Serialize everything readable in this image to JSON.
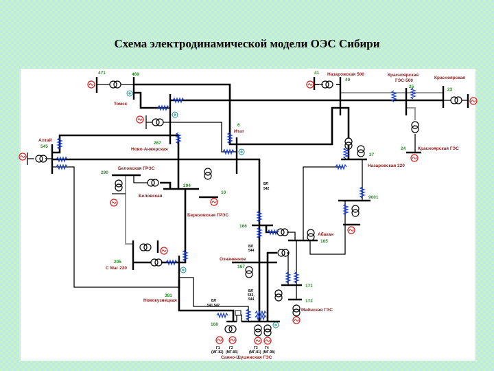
{
  "title": "Схема электродинамической модели ОЭС Сибири",
  "nodes": {
    "n471": "471",
    "n469": "469",
    "n41": "41",
    "n40": "40",
    "n25": "25",
    "n23": "23",
    "n6": "6",
    "n267": "267",
    "n545": "545",
    "n290": "290",
    "n294": "294",
    "n10": "10",
    "n37": "37",
    "n24": "24",
    "n9001": "9001",
    "n166": "166",
    "n165": "165",
    "n295": "295",
    "n167": "167",
    "n171": "171",
    "n172": "172",
    "n381": "381",
    "n168": "168"
  },
  "stations": {
    "tomsk": "Томск",
    "itat": "Итат",
    "altai": "Алтай",
    "novo_anzh": "Ново-Анжерская",
    "belovo_gres": "Беловская ГРЭС",
    "belovo": "Беловская",
    "berezovo": "Березовская ГРЭС",
    "nazarovo500": "Назаровская 500",
    "kras_ges500_1": "Красноярская",
    "kras_ges500_2": "ГЭС-500",
    "krasnoyarsk": "Красноярская",
    "kras_ges": "Красноярская ГЭС",
    "nazarovo220": "Назаровская 220",
    "abakan": "Абакан",
    "oznach": "Означенное",
    "smag": "С Маг 220",
    "novokuz": "Новокузнецкая",
    "mainsk": "Майнская ГЭС",
    "sayano": "Саяно-Шушенская ГЭС"
  },
  "lines": {
    "vl542_1": "ВЛ",
    "vl542_2": "542",
    "vl544_1": "ВЛ",
    "vl544_2": "544",
    "vl543_1": "ВЛ",
    "vl543_2": "543,",
    "vl543_3": "544",
    "vl541_1": "ВЛ",
    "vl541_2": "541,542"
  },
  "generators": {
    "g1": "Г1",
    "g1m": "(МГ-82)",
    "g2": "Г2",
    "g2m": "(МГ-83)",
    "g3": "Г3",
    "g3m": "(МГ-81)",
    "g4": "Г4",
    "g4m": "(МГ-98)"
  },
  "colors": {
    "generator": "#d42020",
    "reactor": "#1a3fd0",
    "node_number": "#2a8a2a",
    "station_name": "#8b1a1a",
    "compensator": "#1a9090"
  }
}
